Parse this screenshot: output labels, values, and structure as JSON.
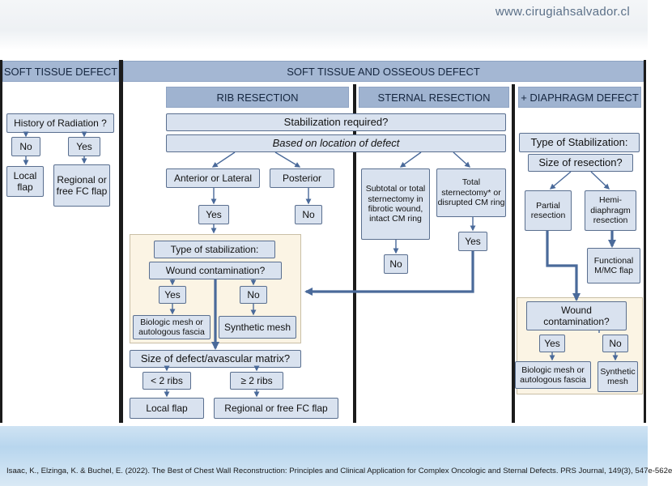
{
  "header": {
    "site_url": "www.cirugiahsalvador.cl"
  },
  "columns": {
    "soft_tissue_defect": "SOFT TISSUE DEFECT",
    "soft_tissue_osseous_defect": "SOFT TISSUE AND OSSEOUS DEFECT",
    "rib_resection": "RIB RESECTION",
    "sternal_resection": "STERNAL RESECTION",
    "diaphragm_defect": "+ DIAPHRAGM DEFECT"
  },
  "soft_tissue": {
    "history_radiation": "History of Radiation ?",
    "no": "No",
    "yes": "Yes",
    "local_flap": "Local flap",
    "regional_flap": "Regional or free FC flap"
  },
  "shared": {
    "stabilization_required": "Stabilization required?",
    "based_on_location": "Based on location of defect"
  },
  "rib": {
    "anterior_lateral": "Anterior or Lateral",
    "posterior": "Posterior",
    "yes": "Yes",
    "no": "No",
    "type_of_stabilization": "Type of stabilization:",
    "wound_contamination": "Wound contamination?",
    "contam_yes": "Yes",
    "contam_no": "No",
    "biologic_mesh": "Biologic mesh or autologous fascia",
    "synthetic_mesh": "Synthetic mesh",
    "size_of_defect": "Size of defect/avascular matrix?",
    "lt_2_ribs": "< 2 ribs",
    "ge_2_ribs": "≥ 2 ribs",
    "local_flap": "Local flap",
    "regional_flap": "Regional or free FC flap"
  },
  "sternal": {
    "subtotal": "Subtotal or total sternectomy in fibrotic wound, intact CM ring",
    "total": "Total sternectomy* or disrupted CM ring",
    "no": "No",
    "yes": "Yes"
  },
  "diaphragm": {
    "type_of_stabilization": "Type of Stabilization:",
    "size_of_resection": "Size of resection?",
    "partial_resection": "Partial resection",
    "hemi_diaphragm": "Hemi-diaphragm resection",
    "functional_flap": "Functional M/MC flap",
    "wound_contamination": "Wound contamination?",
    "yes": "Yes",
    "no": "No",
    "biologic_mesh": "Biologic mesh or autologous fascia",
    "synthetic_mesh": "Synthetic mesh"
  },
  "footer": {
    "citation": "Isaac, K., Elzinga, K. & Buchel, E. (2022). The Best of Chest Wall Reconstruction: Principles and Clinical Application for Complex Oncologic and Sternal Defects. PRS Journal, 149(3), 547e-562e"
  },
  "colors": {
    "header_fill": "#a4b7d3",
    "box_fill": "#d9e2ef",
    "box_border": "#5a6f8f",
    "arrow": "#4a6a9a",
    "region_fill": "#fbf4e4",
    "divider": "#1b1b1b"
  }
}
